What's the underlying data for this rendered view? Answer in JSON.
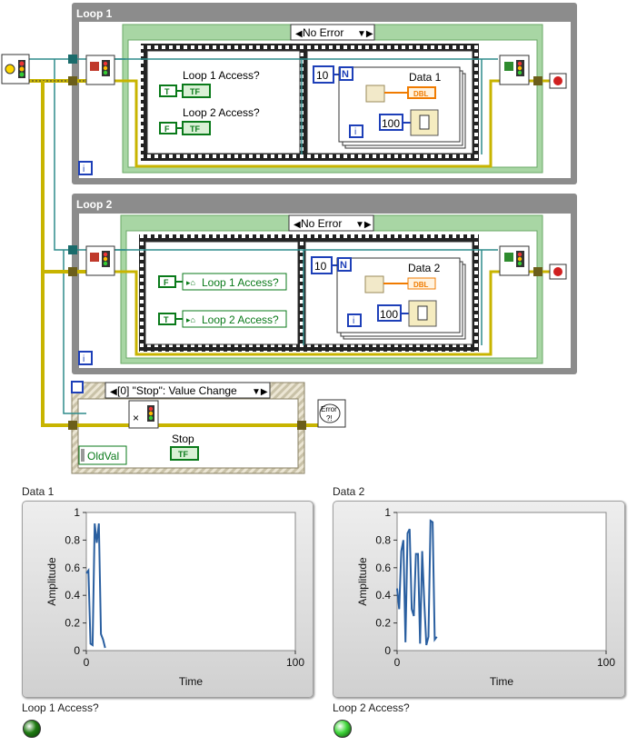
{
  "loops": [
    {
      "title": "Loop 1",
      "case_selector": "No Error",
      "label_a": "Loop 1 Access?",
      "label_b": "Loop 2 Access?",
      "const_a": "T",
      "const_b": "F",
      "tf": "TF",
      "data_label": "Data 1",
      "count": "10",
      "n": "N",
      "i": "i",
      "wait_ms": "100",
      "dbl": "DBL"
    },
    {
      "title": "Loop 2",
      "case_selector": "No Error",
      "label_a": "Loop 1 Access?",
      "label_b": "Loop 2 Access?",
      "const_a": "F",
      "const_b": "T",
      "data_label": "Data 2",
      "count": "10",
      "n": "N",
      "i": "i",
      "wait_ms": "100",
      "dbl": "DBL"
    }
  ],
  "event_structure": {
    "selector": "[0] \"Stop\": Value Change",
    "oldval": "OldVal",
    "stop_label": "Stop",
    "tf": "TF",
    "error_icon_text": "Error",
    "error_icon_sub": "?!"
  },
  "front_panel": {
    "charts": [
      {
        "label": "Data 1",
        "ylabel": "Amplitude",
        "xlabel": "Time"
      },
      {
        "label": "Data 2",
        "ylabel": "Amplitude",
        "xlabel": "Time"
      }
    ],
    "leds": [
      {
        "label": "Loop 1 Access?",
        "color": "#1e7a12"
      },
      {
        "label": "Loop 2 Access?",
        "color": "#3fd63a"
      }
    ]
  },
  "chart_data": [
    {
      "type": "line",
      "title": "Data 1",
      "xlabel": "Time",
      "ylabel": "Amplitude",
      "xlim": [
        0,
        100
      ],
      "ylim": [
        0,
        1
      ],
      "x_ticks": [
        "0",
        "100"
      ],
      "y_ticks": [
        "0",
        "0.2",
        "0.4",
        "0.6",
        "0.8",
        "1"
      ],
      "series": [
        {
          "color": "#2a5fa0",
          "x": [
            0,
            1,
            2,
            3,
            4,
            5,
            6,
            7,
            8,
            9
          ],
          "y": [
            0.56,
            0.58,
            0.05,
            0.04,
            0.92,
            0.78,
            0.92,
            0.12,
            0.08,
            0.02
          ]
        }
      ]
    },
    {
      "type": "line",
      "title": "Data 2",
      "xlabel": "Time",
      "ylabel": "Amplitude",
      "xlim": [
        0,
        100
      ],
      "ylim": [
        0,
        1
      ],
      "x_ticks": [
        "0",
        "100"
      ],
      "y_ticks": [
        "0",
        "0.2",
        "0.4",
        "0.6",
        "0.8",
        "1"
      ],
      "series": [
        {
          "color": "#2a5fa0",
          "x": [
            0,
            1,
            2,
            3,
            4,
            5,
            6,
            7,
            8,
            9,
            10,
            11,
            12,
            13,
            14,
            15,
            16,
            17,
            18,
            19
          ],
          "y": [
            0.45,
            0.3,
            0.72,
            0.8,
            0.06,
            0.85,
            0.88,
            0.3,
            0.25,
            0.7,
            0.7,
            0.05,
            0.72,
            0.35,
            0.04,
            0.1,
            0.94,
            0.93,
            0.08,
            0.1
          ]
        }
      ]
    }
  ]
}
